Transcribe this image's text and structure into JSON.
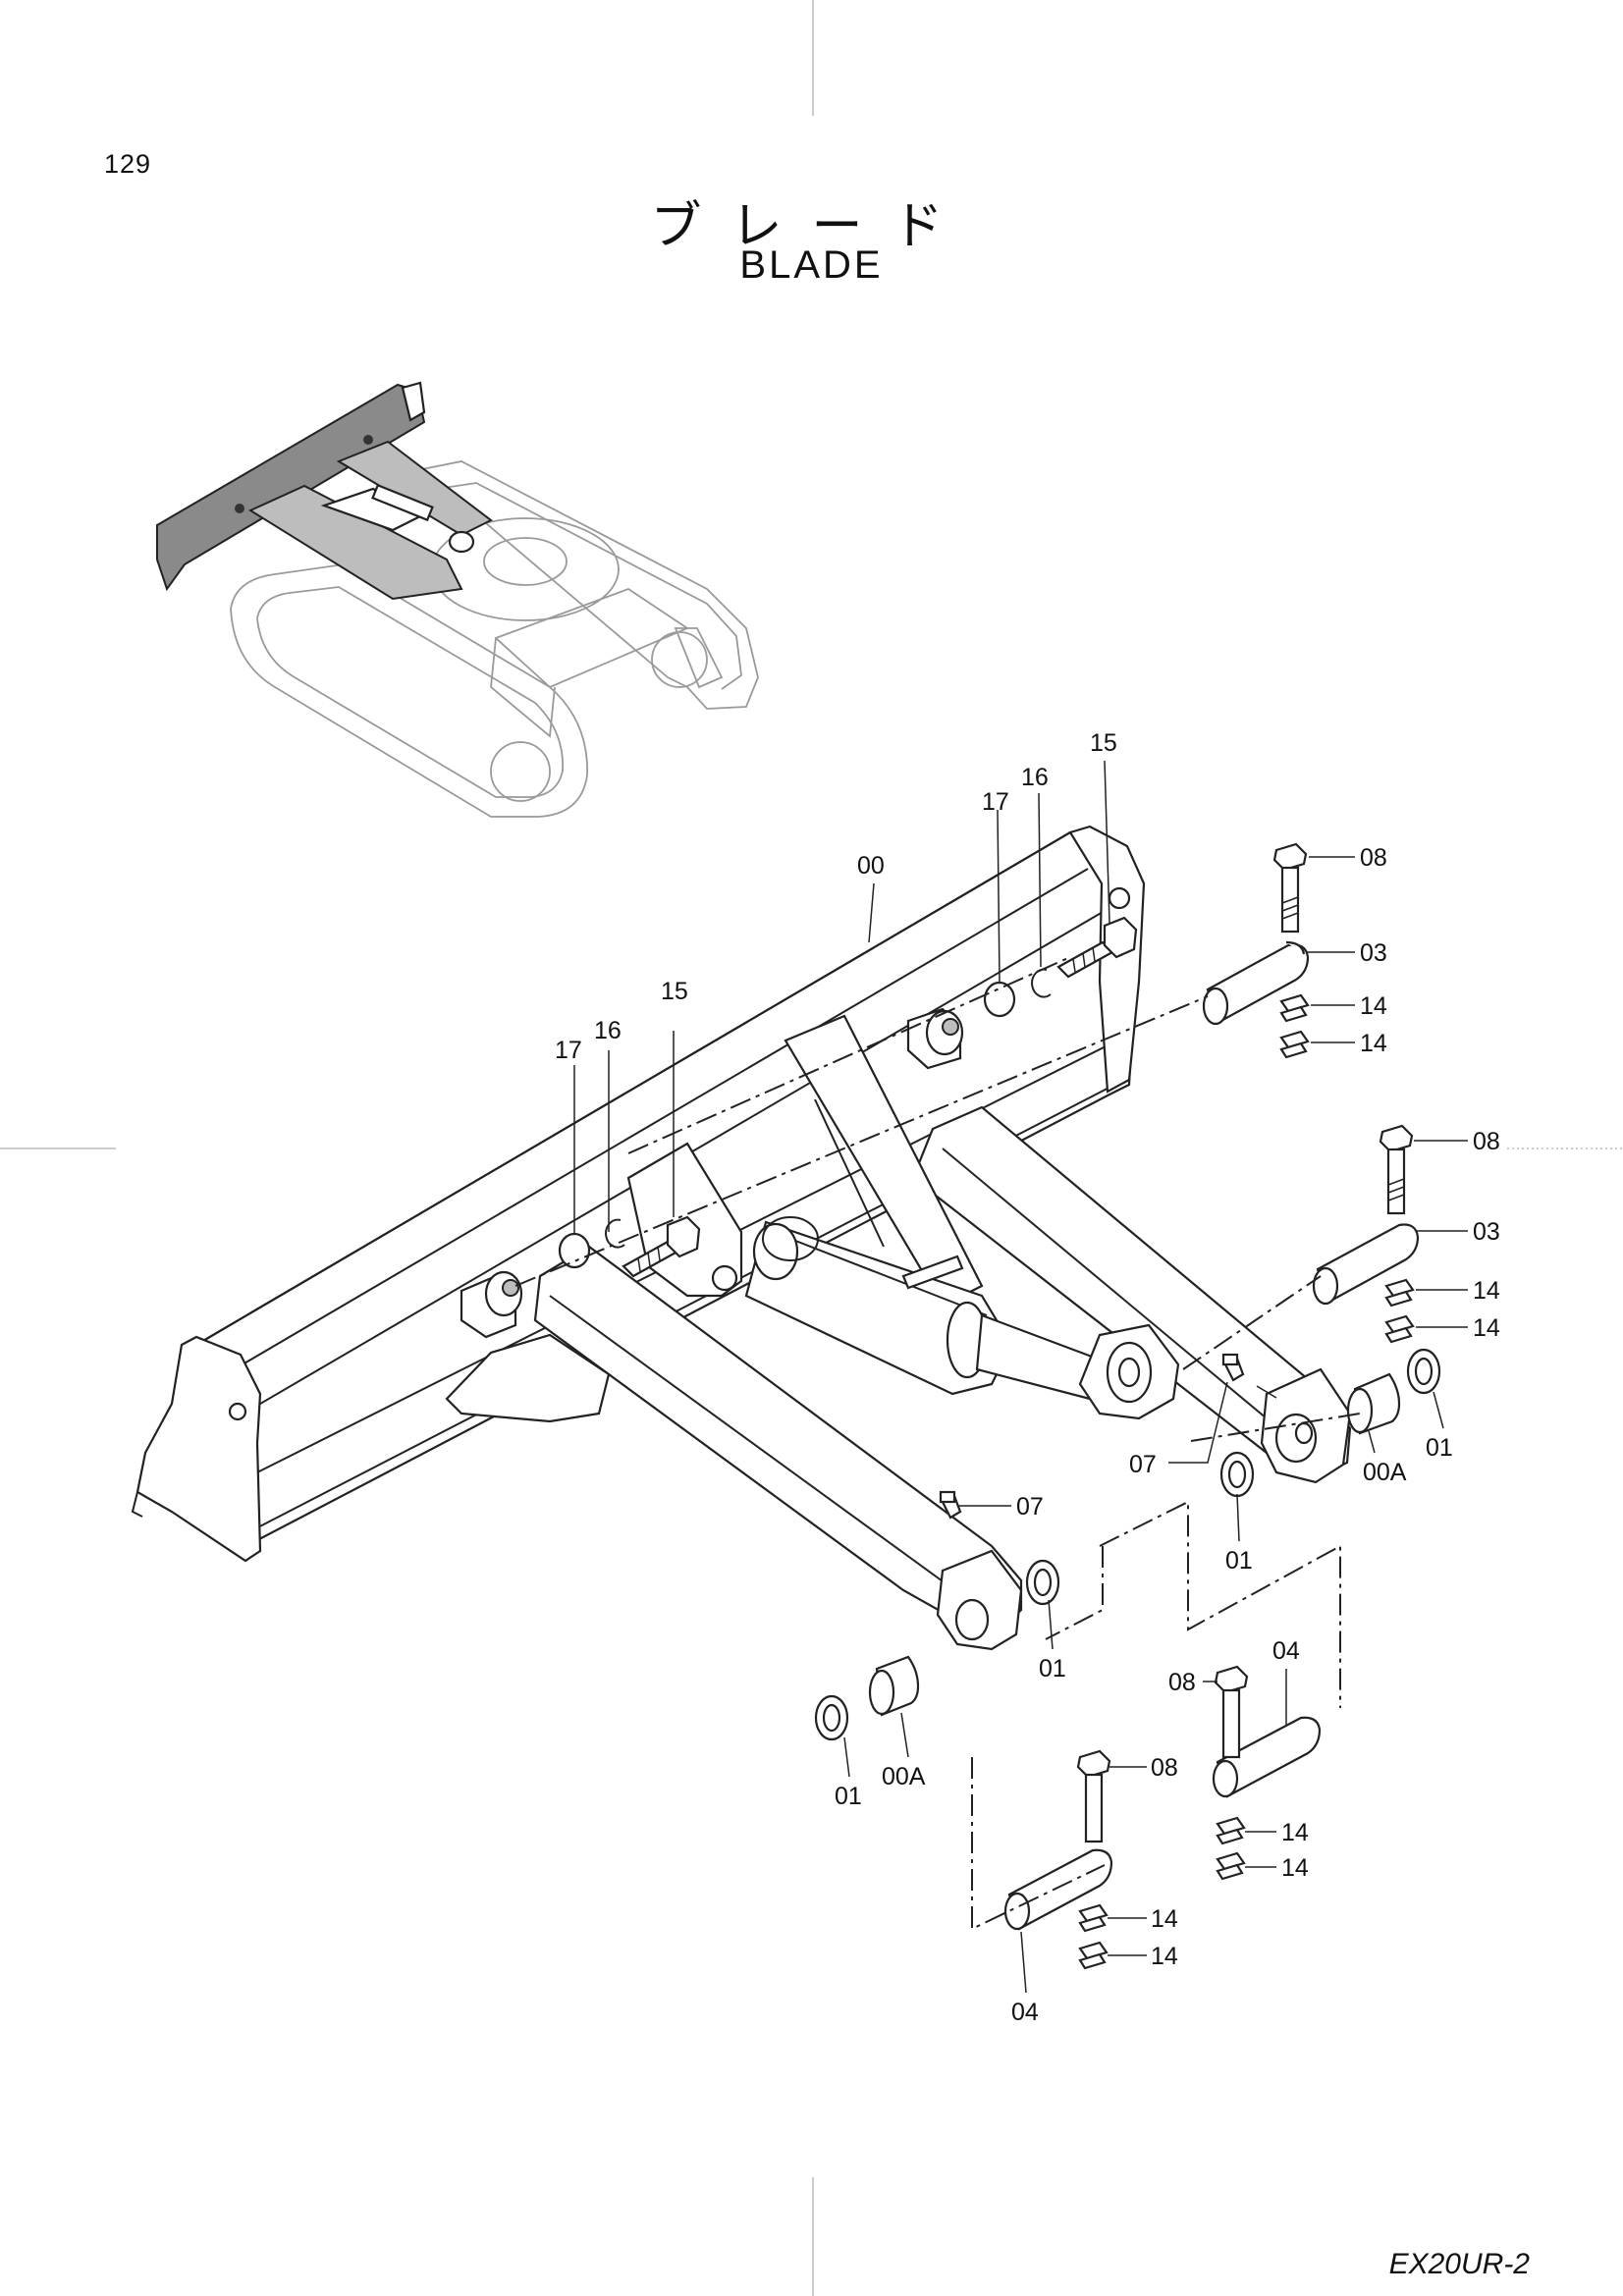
{
  "page_number": "129",
  "title_jp": "ブレード",
  "title_en": "BLADE",
  "model": "EX20UR-2",
  "icons": {
    "overview": "excavator-overview-icon",
    "assembly": "blade-assembly-icon"
  },
  "callouts": [
    {
      "id": "c-00",
      "label": "00"
    },
    {
      "id": "c-15a",
      "label": "15"
    },
    {
      "id": "c-16a",
      "label": "16"
    },
    {
      "id": "c-17a",
      "label": "17"
    },
    {
      "id": "c-15b",
      "label": "15"
    },
    {
      "id": "c-16b",
      "label": "16"
    },
    {
      "id": "c-17b",
      "label": "17"
    },
    {
      "id": "c-08a",
      "label": "08"
    },
    {
      "id": "c-03a",
      "label": "03"
    },
    {
      "id": "c-14a",
      "label": "14"
    },
    {
      "id": "c-14b",
      "label": "14"
    },
    {
      "id": "c-08b",
      "label": "08"
    },
    {
      "id": "c-03b",
      "label": "03"
    },
    {
      "id": "c-14c",
      "label": "14"
    },
    {
      "id": "c-14d",
      "label": "14"
    },
    {
      "id": "c-07a",
      "label": "07"
    },
    {
      "id": "c-00Aa",
      "label": "00A"
    },
    {
      "id": "c-01a",
      "label": "01"
    },
    {
      "id": "c-01b",
      "label": "01"
    },
    {
      "id": "c-07b",
      "label": "07"
    },
    {
      "id": "c-01c",
      "label": "01"
    },
    {
      "id": "c-00Ab",
      "label": "00A"
    },
    {
      "id": "c-01d",
      "label": "01"
    },
    {
      "id": "c-08c",
      "label": "08"
    },
    {
      "id": "c-04a",
      "label": "04"
    },
    {
      "id": "c-14e",
      "label": "14"
    },
    {
      "id": "c-14f",
      "label": "14"
    },
    {
      "id": "c-08d",
      "label": "08"
    },
    {
      "id": "c-14g",
      "label": "14"
    },
    {
      "id": "c-14h",
      "label": "14"
    },
    {
      "id": "c-04b",
      "label": "04"
    }
  ]
}
